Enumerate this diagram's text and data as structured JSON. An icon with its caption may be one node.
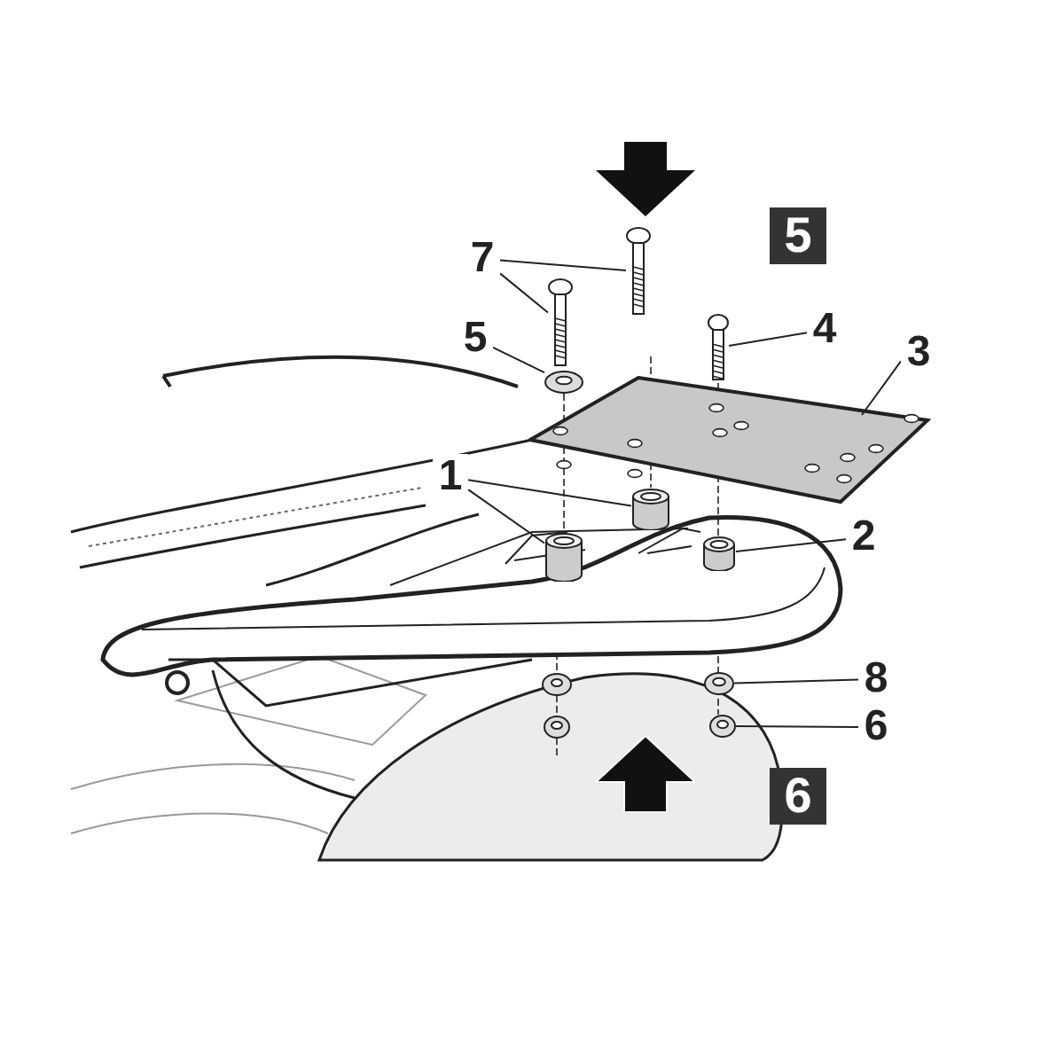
{
  "diagram": {
    "nodes": [
      {
        "text": [
          "7"
        ]
      },
      {
        "text": [
          "5"
        ]
      },
      {
        "text": [
          "4"
        ]
      },
      {
        "text": [
          "3"
        ]
      },
      {
        "text": [
          "1"
        ]
      },
      {
        "text": [
          "2"
        ]
      },
      {
        "text": [
          "8"
        ]
      },
      {
        "text": [
          "6"
        ]
      },
      {
        "text": [
          "5"
        ]
      },
      {
        "text": [
          "6"
        ]
      },
      {
        "text": [],
        "shape": "bolt"
      },
      {
        "text": [],
        "shape": "bolt"
      },
      {
        "text": [],
        "shape": "washer"
      },
      {
        "text": [],
        "shape": "bolt"
      },
      {
        "text": [],
        "shape": "plate"
      },
      {
        "text": [],
        "shape": "spacer"
      },
      {
        "text": [],
        "shape": "spacer"
      },
      {
        "text": [],
        "shape": "spacer"
      },
      {
        "text": [],
        "shape": "washer"
      },
      {
        "text": [],
        "shape": "nut"
      }
    ],
    "edges": [
      {
        "from": 0,
        "to": 10,
        "arrow": "none"
      },
      {
        "from": 0,
        "to": 11,
        "arrow": "none"
      },
      {
        "from": 1,
        "to": 12,
        "arrow": "none"
      },
      {
        "from": 2,
        "to": 13,
        "arrow": "none"
      },
      {
        "from": 3,
        "to": 14,
        "arrow": "none"
      },
      {
        "from": 4,
        "to": 15,
        "arrow": "none"
      },
      {
        "from": 4,
        "to": 16,
        "arrow": "none"
      },
      {
        "from": 5,
        "to": 17,
        "arrow": "none"
      },
      {
        "from": 6,
        "to": 18,
        "arrow": "none"
      },
      {
        "from": 7,
        "to": 19,
        "arrow": "none"
      }
    ]
  }
}
